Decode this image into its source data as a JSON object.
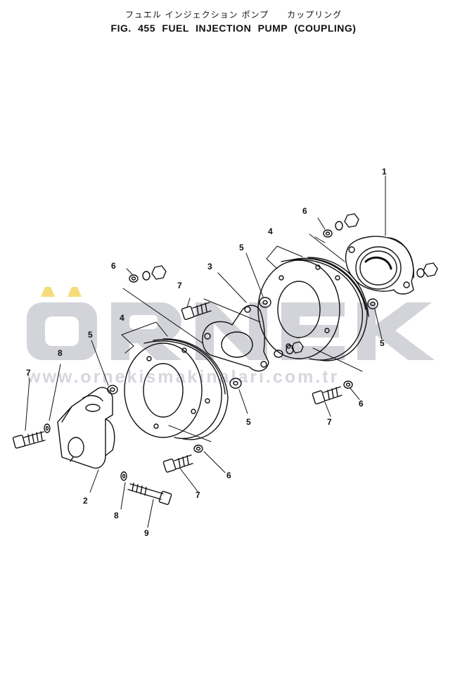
{
  "header": {
    "title_jp": "フュエル インジェクション ポンプ　　カップリング",
    "title_en": "FIG. 455  FUEL  INJECTION  PUMP  (COUPLING)"
  },
  "watermark": {
    "logo_text": "ÖRNEK",
    "url_text": "www.ornekismakinalari.com.tr",
    "logo_color": "#cfcfd6",
    "accent_color": "#f5dc7a"
  },
  "parts": [
    {
      "id": "1",
      "label": "1"
    },
    {
      "id": "2",
      "label": "2"
    },
    {
      "id": "3",
      "label": "3"
    },
    {
      "id": "4",
      "label": "4"
    },
    {
      "id": "5",
      "label": "5"
    },
    {
      "id": "6",
      "label": "6"
    },
    {
      "id": "7",
      "label": "7"
    },
    {
      "id": "8",
      "label": "8"
    },
    {
      "id": "9",
      "label": "9"
    }
  ]
}
